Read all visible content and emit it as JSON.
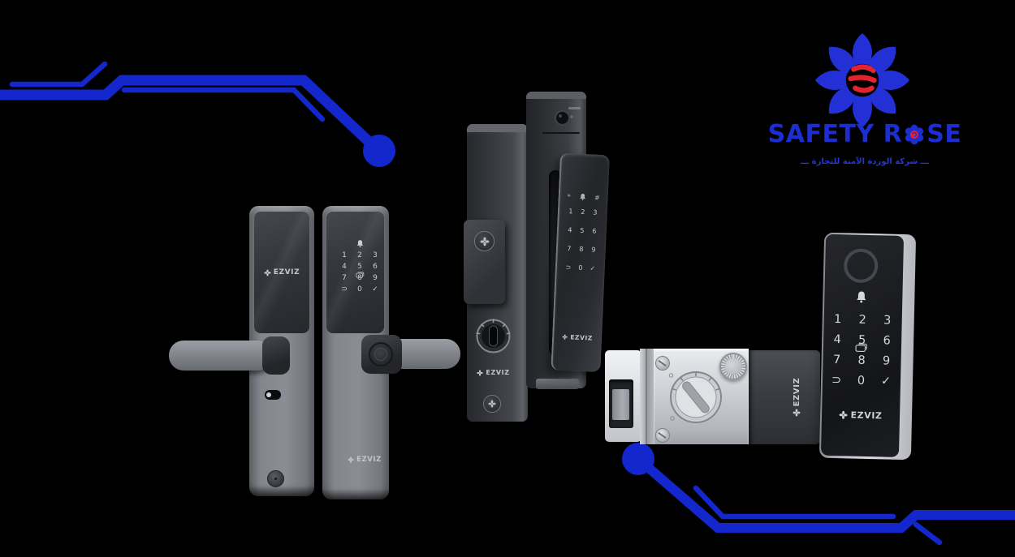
{
  "page": {
    "background": "#000000"
  },
  "brand": {
    "title_full": "SAFETY ROSE",
    "title_before_rose": "SAFETY R",
    "title_after_rose": "SE",
    "tagline_arabic": "ـــ شركة الوردة الآمنة للتجارة ـــ",
    "accent_blue": "#1327cd",
    "title_blue": "#1c2dd2",
    "rose_red": "#e32330"
  },
  "products": {
    "brand_label": "EZVIZ",
    "keypad": {
      "rows": [
        [
          "1",
          "2",
          "3"
        ],
        [
          "4",
          "5",
          "6"
        ],
        [
          "7",
          "8",
          "9"
        ],
        [
          "⊃",
          "0",
          "✓"
        ]
      ],
      "panel_symbol_left": "*",
      "panel_symbol_right": "#"
    }
  }
}
